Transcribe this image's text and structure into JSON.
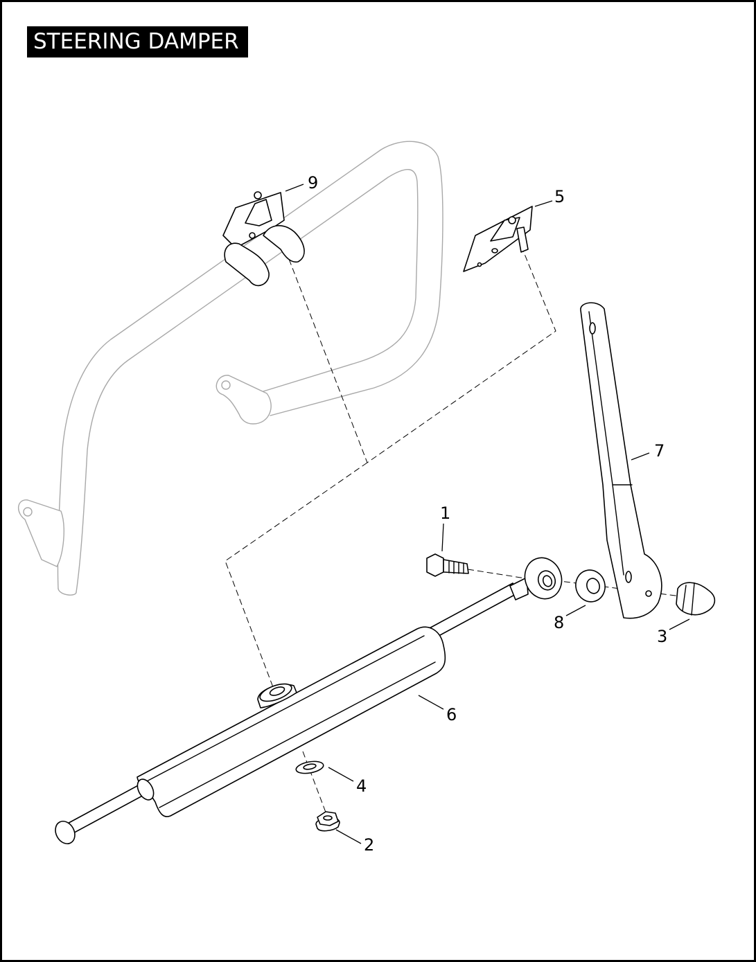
{
  "title": "STEERING DAMPER",
  "callouts": {
    "c1": "1",
    "c2": "2",
    "c3": "3",
    "c4": "4",
    "c5": "5",
    "c6": "6",
    "c7": "7",
    "c8": "8",
    "c9": "9"
  }
}
